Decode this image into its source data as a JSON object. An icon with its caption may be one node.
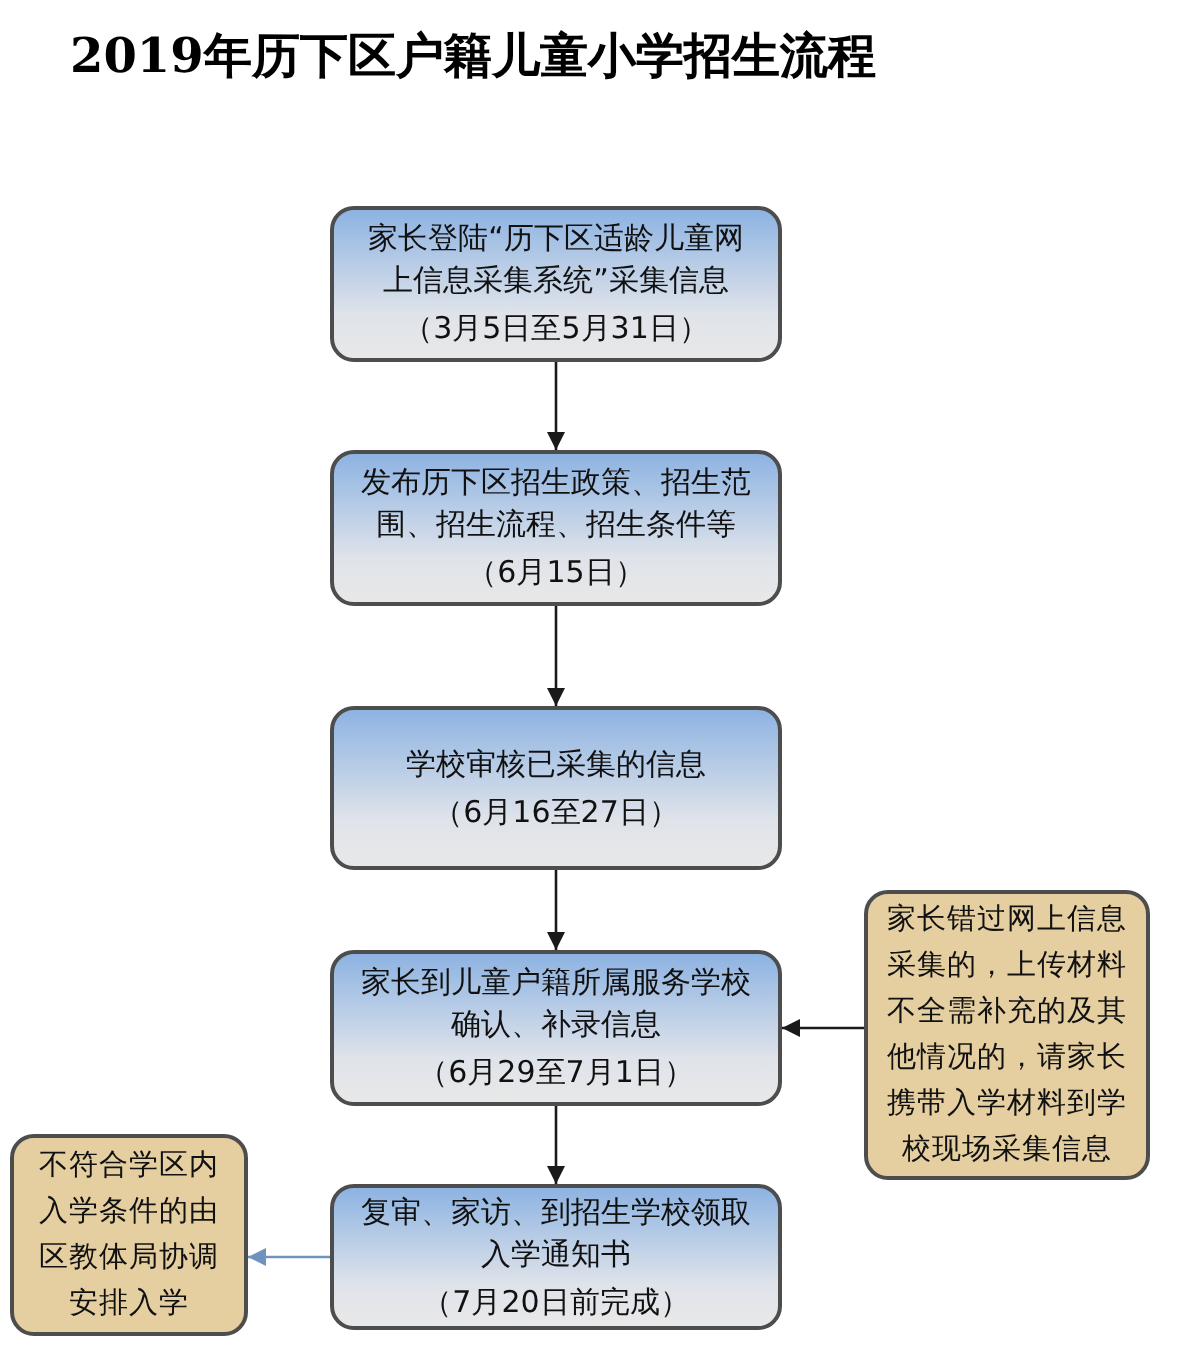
{
  "diagram": {
    "title": "2019年历下区户籍儿童小学招生流程",
    "nodes": [
      {
        "text": [
          "家长登陆“历下区适龄儿童网上信息采集系统”采集信息",
          "（3月5日至5月31日）"
        ]
      },
      {
        "text": [
          "发布历下区招生政策、招生范围、招生流程、招生条件等",
          "（6月15日）"
        ]
      },
      {
        "text": [
          "学校审核已采集的信息",
          "（6月16至27日）"
        ]
      },
      {
        "text": [
          "家长到儿童户籍所属服务学校确认、补录信息",
          "（6月29至7月1日）"
        ]
      },
      {
        "text": [
          "复审、家访、到招生学校领取入学通知书",
          "（7月20日前完成）"
        ]
      },
      {
        "text": [
          "家长错过网上信息采集的，上传材料不全需补充的及其他情况的，请家长携带入学材料到学校现场采集信息"
        ]
      },
      {
        "text": [
          "不符合学区内入学条件的由区教体局协调安排入学"
        ]
      }
    ],
    "edges": [
      {
        "from": 0,
        "to": 1,
        "arrow": "to"
      },
      {
        "from": 1,
        "to": 2,
        "arrow": "to"
      },
      {
        "from": 2,
        "to": 3,
        "arrow": "to"
      },
      {
        "from": 3,
        "to": 4,
        "arrow": "to"
      },
      {
        "from": 5,
        "to": 3,
        "arrow": "to"
      },
      {
        "from": 4,
        "to": 6,
        "arrow": "to",
        "color": "#7092be"
      }
    ]
  }
}
